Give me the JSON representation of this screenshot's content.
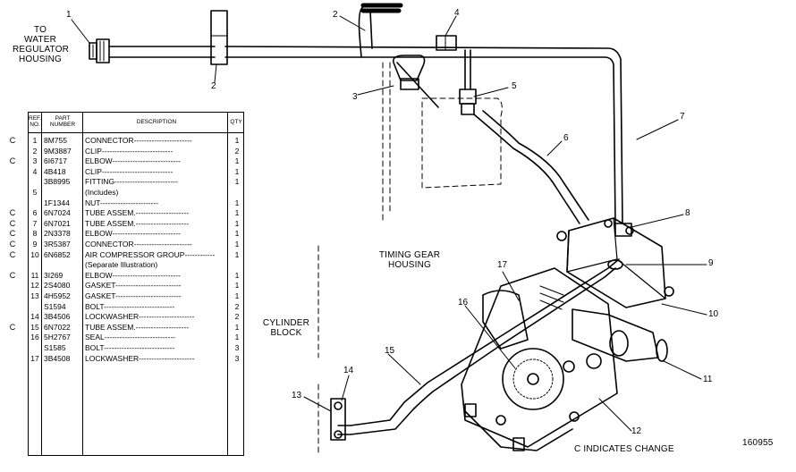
{
  "labels": {
    "water_regulator": [
      "TO",
      "WATER",
      "REGULATOR",
      "HOUSING"
    ],
    "timing_gear": [
      "TIMING GEAR",
      "HOUSING"
    ],
    "cylinder_block": [
      "CYLINDER",
      "BLOCK"
    ],
    "change_note": "C INDICATES CHANGE",
    "figure_number": "160955"
  },
  "callouts": [
    "1",
    "2",
    "2",
    "3",
    "4",
    "5",
    "6",
    "7",
    "8",
    "9",
    "10",
    "11",
    "12",
    "13",
    "14",
    "15",
    "16",
    "17"
  ],
  "table": {
    "headers": {
      "ref": "REF. NO.",
      "part": "PART NUMBER",
      "desc": "DESCRIPTION",
      "qty": "QTY"
    },
    "rows": [
      {
        "c": "C",
        "ref": "1",
        "part": "8M755",
        "desc": "CONNECTOR-----------------------",
        "qty": "1"
      },
      {
        "c": "",
        "ref": "2",
        "part": "9M3887",
        "desc": "CLIP----------------------------",
        "qty": "2"
      },
      {
        "c": "C",
        "ref": "3",
        "part": "6I6717",
        "desc": "ELBOW---------------------------",
        "qty": "1"
      },
      {
        "c": "",
        "ref": "4",
        "part": "4B418",
        "desc": "CLIP----------------------------",
        "qty": "1"
      },
      {
        "c": "",
        "ref": "",
        "part": "3B8995",
        "desc": "FITTING-------------------------",
        "qty": "1"
      },
      {
        "c": "",
        "ref": "5",
        "part": "",
        "desc": "(Includes)",
        "qty": ""
      },
      {
        "c": "",
        "ref": "",
        "part": "1F1344",
        "desc": "NUT-----------------------",
        "qty": "1"
      },
      {
        "c": "C",
        "ref": "6",
        "part": "6N7024",
        "desc": "TUBE ASSEM.---------------------",
        "qty": "1"
      },
      {
        "c": "C",
        "ref": "7",
        "part": "6N7021",
        "desc": "TUBE ASSEM.---------------------",
        "qty": "1"
      },
      {
        "c": "C",
        "ref": "8",
        "part": "2N3378",
        "desc": "ELBOW---------------------------",
        "qty": "1"
      },
      {
        "c": "C",
        "ref": "9",
        "part": "3R5387",
        "desc": "CONNECTOR-----------------------",
        "qty": "1"
      },
      {
        "c": "C",
        "ref": "10",
        "part": "6N6852",
        "desc": "AIR COMPRESSOR GROUP------------",
        "qty": "1"
      },
      {
        "c": "",
        "ref": "",
        "part": "",
        "desc": "(Separate Illustration)",
        "qty": ""
      },
      {
        "c": "C",
        "ref": "11",
        "part": "3I269",
        "desc": "ELBOW---------------------------",
        "qty": "1"
      },
      {
        "c": "",
        "ref": "12",
        "part": "2S4080",
        "desc": "GASKET--------------------------",
        "qty": "1"
      },
      {
        "c": "",
        "ref": "13",
        "part": "4H5952",
        "desc": "GASKET--------------------------",
        "qty": "1"
      },
      {
        "c": "",
        "ref": "",
        "part": "S1594",
        "desc": "BOLT----------------------------",
        "qty": "2"
      },
      {
        "c": "",
        "ref": "14",
        "part": "3B4506",
        "desc": "LOCKWASHER----------------------",
        "qty": "2"
      },
      {
        "c": "C",
        "ref": "15",
        "part": "6N7022",
        "desc": "TUBE ASSEM.---------------------",
        "qty": "1"
      },
      {
        "c": "",
        "ref": "16",
        "part": "5H2767",
        "desc": "SEAL----------------------------",
        "qty": "1"
      },
      {
        "c": "",
        "ref": "",
        "part": "S1585",
        "desc": "BOLT----------------------------",
        "qty": "3"
      },
      {
        "c": "",
        "ref": "17",
        "part": "3B4508",
        "desc": "LOCKWASHER----------------------",
        "qty": "3"
      }
    ]
  }
}
